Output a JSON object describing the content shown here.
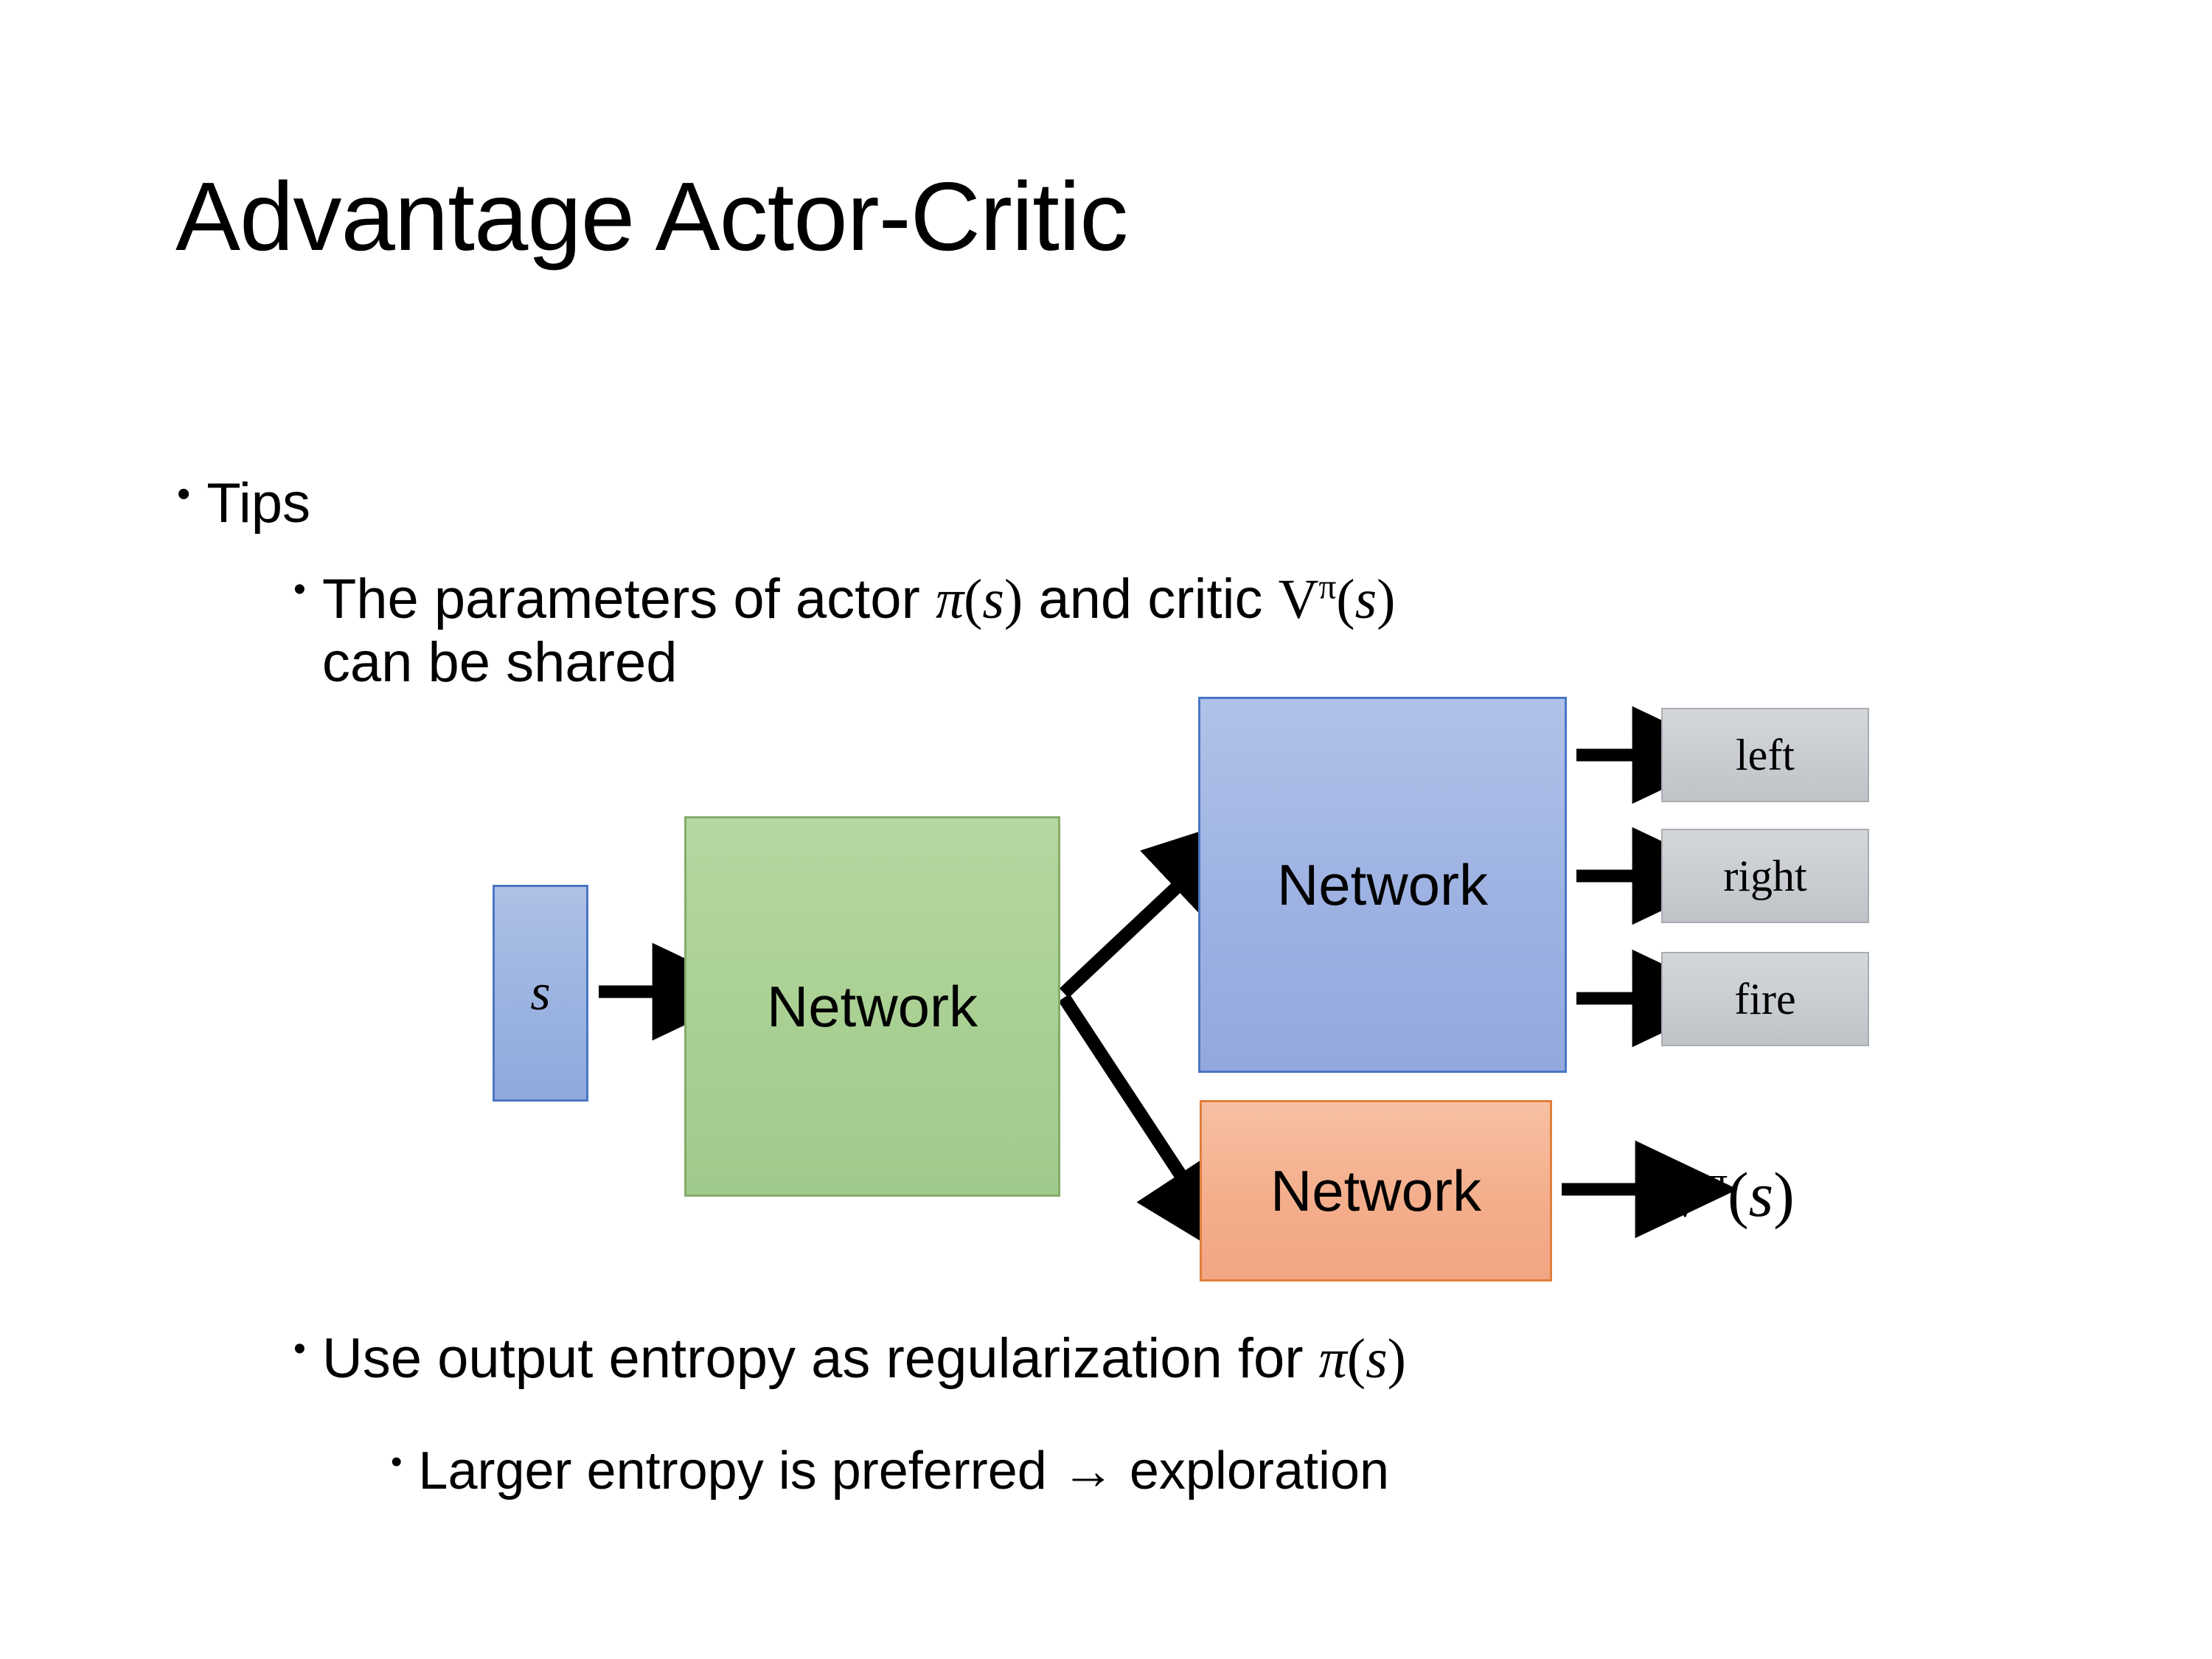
{
  "slide": {
    "title": "Advantage Actor-Critic",
    "bullets": {
      "tips": "Tips",
      "shared_prefix": "The parameters of actor ",
      "shared_actor_math": "π(s)",
      "shared_middle": "  and critic ",
      "shared_critic_math": "Vπ(s)",
      "shared_tail": "can be shared",
      "entropy_prefix": "Use output entropy as regularization for ",
      "entropy_math": "π(s)",
      "larger": "Larger entropy is preferred → exploration"
    }
  },
  "diagram": {
    "input_node": {
      "label": "s",
      "color": "#9bb3e0",
      "border": "#4a76c4"
    },
    "shared_network": {
      "label": "Network",
      "color": "#a8cf92",
      "border": "#84ab6c"
    },
    "actor_network": {
      "label": "Network",
      "color": "#9db2e2",
      "border": "#4a76c4"
    },
    "critic_network": {
      "label": "Network",
      "color": "#f4ae8c",
      "border": "#e07f3d"
    },
    "actions": [
      {
        "label": "left"
      },
      {
        "label": "right"
      },
      {
        "label": "fire"
      }
    ],
    "value_output": {
      "base": "V",
      "superscript": "π",
      "arg": "(s)"
    },
    "math": {
      "pi": "π",
      "s": "s",
      "V": "V",
      "open_paren": "(",
      "close_paren": ")"
    },
    "arrows": {
      "input_to_shared": "arrow-right",
      "shared_to_actor": "arrow-up-right",
      "shared_to_critic": "arrow-down-right",
      "actor_to_left": "arrow-right",
      "actor_to_right": "arrow-right",
      "actor_to_fire": "arrow-right",
      "critic_to_value": "arrow-right"
    }
  }
}
